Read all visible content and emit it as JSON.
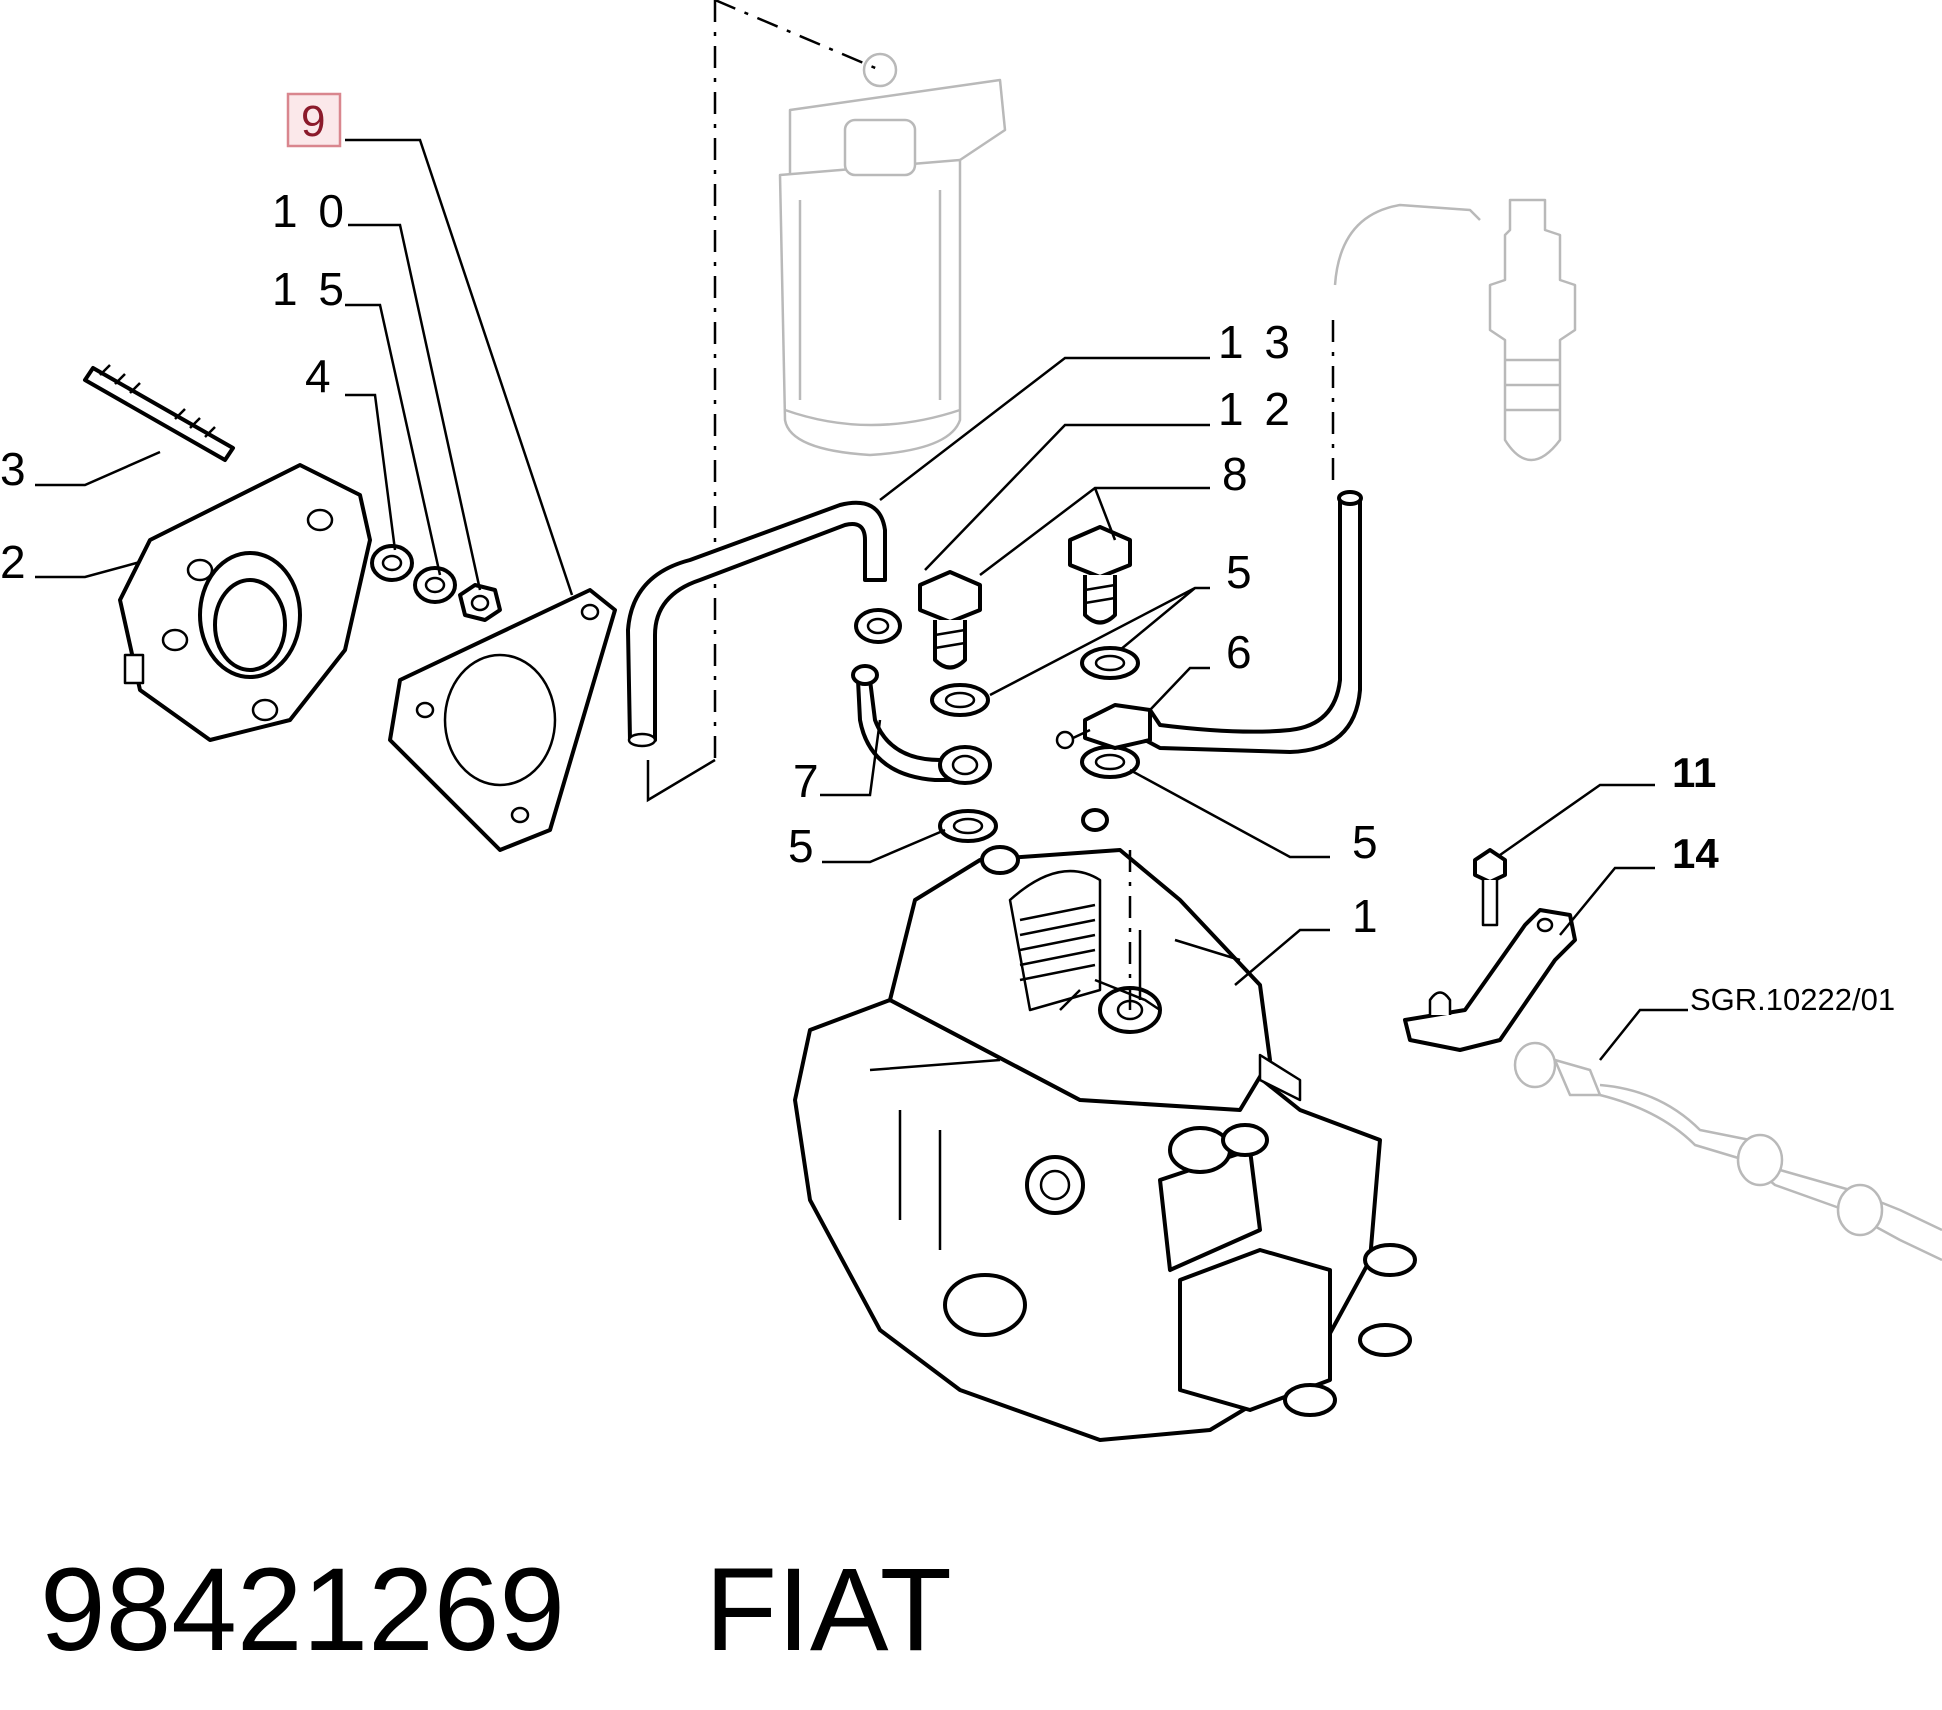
{
  "diagram": {
    "callouts": [
      {
        "id": "9",
        "text": "9",
        "highlighted": true
      },
      {
        "id": "10",
        "text": "1 0"
      },
      {
        "id": "15",
        "text": "1 5"
      },
      {
        "id": "4",
        "text": "4"
      },
      {
        "id": "3",
        "text": "3"
      },
      {
        "id": "2",
        "text": "2"
      },
      {
        "id": "13",
        "text": "1 3"
      },
      {
        "id": "12",
        "text": "1 2"
      },
      {
        "id": "8",
        "text": "8"
      },
      {
        "id": "5a",
        "text": "5"
      },
      {
        "id": "6",
        "text": "6"
      },
      {
        "id": "7",
        "text": "7"
      },
      {
        "id": "5b",
        "text": "5"
      },
      {
        "id": "5c",
        "text": "5"
      },
      {
        "id": "1",
        "text": "1"
      },
      {
        "id": "11",
        "text": "11"
      },
      {
        "id": "14",
        "text": "14"
      }
    ],
    "reference": "SGR.10222/01",
    "highlight_color": "#d9868e"
  },
  "footer": {
    "part_number": "98421269",
    "brand": "FIAT"
  }
}
